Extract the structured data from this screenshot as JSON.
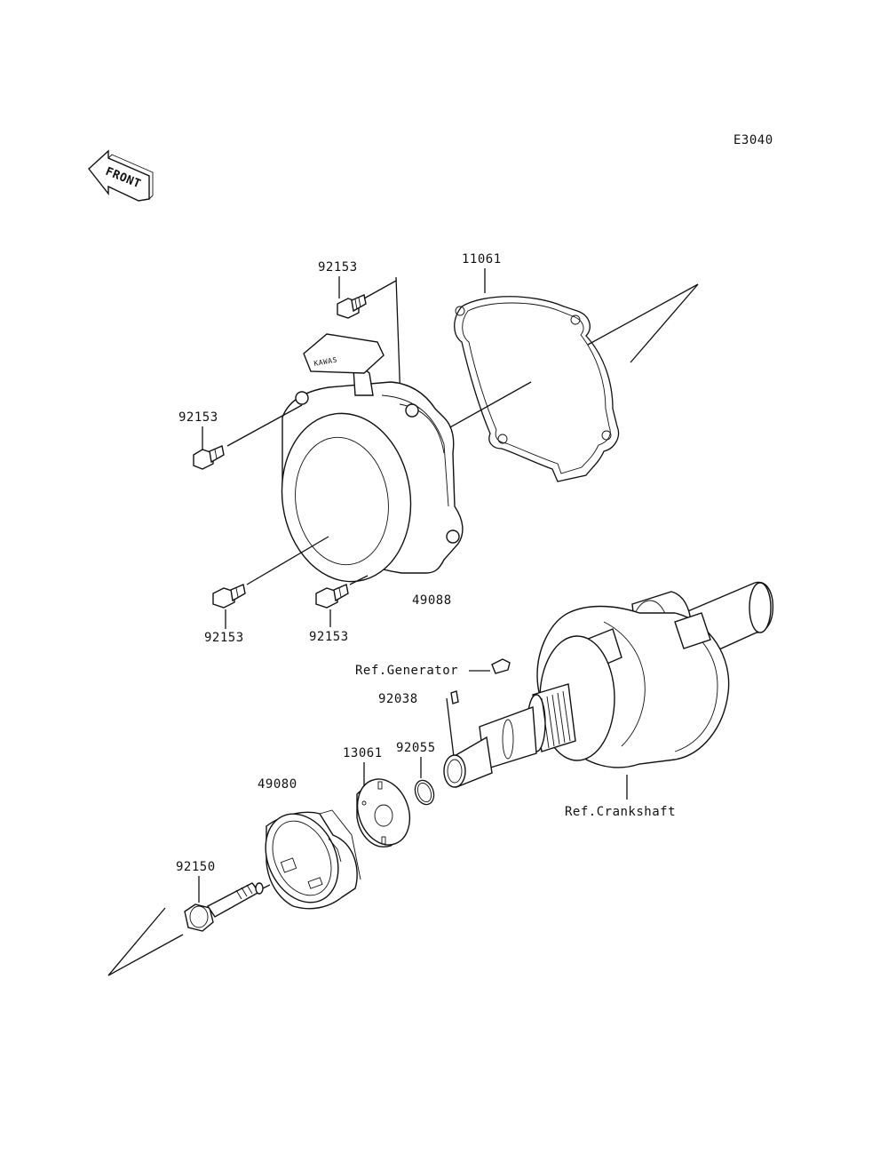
{
  "diagram": {
    "code": "E3040",
    "front_label": "FRONT",
    "labels": {
      "p92153_top": "92153",
      "p11061": "11061",
      "p92153_left": "92153",
      "p49088": "49088",
      "p92153_bl": "92153",
      "p92153_br": "92153",
      "ref_generator": "Ref.Generator",
      "p92038": "92038",
      "p13061": "13061",
      "p92055": "92055",
      "p49080": "49080",
      "p92150": "92150",
      "ref_crankshaft": "Ref.Crankshaft"
    },
    "handle_text": "KAWAS"
  }
}
